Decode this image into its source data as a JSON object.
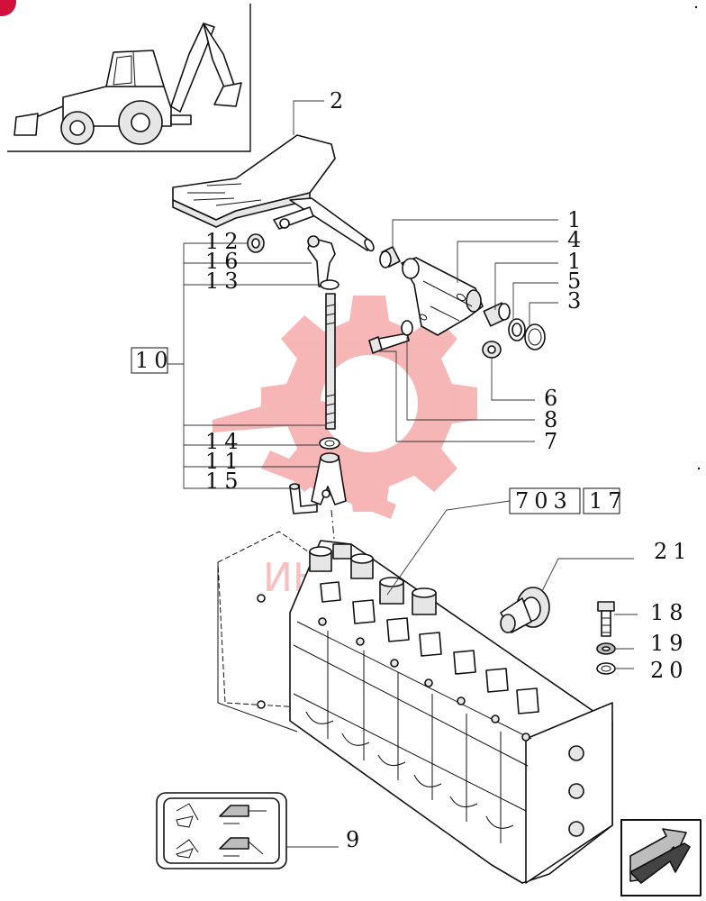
{
  "callouts": [
    {
      "id": "c2",
      "text": "2"
    },
    {
      "id": "c1a",
      "text": "1"
    },
    {
      "id": "c4",
      "text": "4"
    },
    {
      "id": "c1b",
      "text": "1"
    },
    {
      "id": "c5",
      "text": "5"
    },
    {
      "id": "c3",
      "text": "3"
    },
    {
      "id": "c6",
      "text": "6"
    },
    {
      "id": "c8",
      "text": "8"
    },
    {
      "id": "c7",
      "text": "7"
    },
    {
      "id": "c12",
      "text": "12"
    },
    {
      "id": "c16",
      "text": "16"
    },
    {
      "id": "c13",
      "text": "13"
    },
    {
      "id": "c10",
      "text": "10"
    },
    {
      "id": "c14",
      "text": "14"
    },
    {
      "id": "c11",
      "text": "11"
    },
    {
      "id": "c15",
      "text": "15"
    },
    {
      "id": "c21",
      "text": "21"
    },
    {
      "id": "c18",
      "text": "18"
    },
    {
      "id": "c19",
      "text": "19"
    },
    {
      "id": "c20",
      "text": "20"
    },
    {
      "id": "c9",
      "text": "9"
    }
  ],
  "reference_boxes": [
    {
      "id": "r703",
      "text": "703"
    },
    {
      "id": "r17",
      "text": "17"
    }
  ],
  "watermark": {
    "text": "ИНЕХ",
    "color": "#ef4b4b"
  },
  "corner_badge_color": "#d0103a",
  "icons": [
    "backhoe-loader-thumbnail",
    "next-page-arrow-icon",
    "control-pattern-decal",
    "gear-watermark"
  ]
}
